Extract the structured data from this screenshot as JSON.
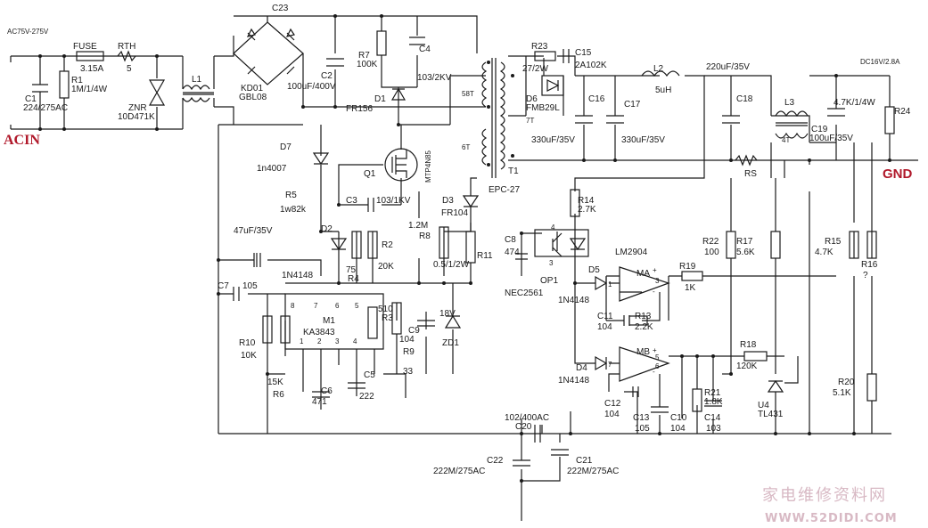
{
  "labels": {
    "acv": "AC75V-275V",
    "acin": "ACIN",
    "fuse": "FUSE",
    "fuse_val": "3.15A",
    "rth": "RTH",
    "rth_val": "5",
    "c1": "C1",
    "c1_val": "224/275AC",
    "r1": "R1",
    "r1_val": "1M/1/4W",
    "znr": "ZNR",
    "znr_val": "10D471K",
    "l1": "L1",
    "c23": "C23",
    "kd01": "KD01",
    "gbl08": "GBL08",
    "c2": "C2",
    "c2_val": "100uF/400V",
    "r7": "R7",
    "r7_val": "100K",
    "c4": "C4",
    "c4_val": "103/2KV",
    "d1": "D1",
    "d1_val": "FR156",
    "w58": "58T",
    "w7": "7T",
    "w6": "6T",
    "w4": "4T",
    "r23": "R23",
    "r23_val": "27/2W",
    "c15": "C15",
    "c15_val": "2A102K",
    "d6": "D6",
    "d6_val": "FMB29L",
    "c16": "C16",
    "c16_val": "330uF/35V",
    "c17": "C17",
    "c17_val": "330uF/35V",
    "l2": "L2",
    "l2_val": "5uH",
    "c18_val": "220uF/35V",
    "c18": "C18",
    "l3": "L3",
    "dcout": "DC16V/2.8A",
    "r_47k": "4.7K/1/4W",
    "c19": "C19",
    "c19_val": "100uF/35V",
    "r24": "R24",
    "gnd": "GND",
    "rs": "RS",
    "t1": "T1",
    "epc": "EPC-27",
    "d7": "D7",
    "d7_val": "1n4007",
    "q1": "Q1",
    "q1_val": "MTP4N85",
    "r5": "R5",
    "r5_val": "1w82k",
    "c3": "C3",
    "c3_val": "103/1KV",
    "d3": "D3",
    "d3_val": "FR104",
    "r8_val": "1.2M",
    "r8": "R8",
    "r11": "R11",
    "r11_val": "0.5/1/2W",
    "cap_47u": "47uF/35V",
    "d2": "D2",
    "r4_val": "75",
    "r4": "R4",
    "r2": "R2",
    "r2_val": "20K",
    "d2_val": "1N4148",
    "c7": "C7",
    "c7_val": "105",
    "m1": "M1",
    "m1_val": "KA3843",
    "r10": "R10",
    "r10_val": "10K",
    "r6_val": "15K",
    "r6": "R6",
    "r3_val": "510",
    "r3": "R3",
    "c9": "C9",
    "c9_val": "104",
    "r9": "R9",
    "r9_val": "33",
    "zd_val": "18V",
    "zd1": "ZD1",
    "c5": "C5",
    "c6": "C6",
    "c6_val": "471",
    "c5_val": "222",
    "c8": "C8",
    "c8_val": "474",
    "op1": "OP1",
    "op1_val": "NEC2561",
    "r14": "R14",
    "r14_val": "2.7K",
    "lm2904": "LM2904",
    "ma": "MA",
    "mb": "MB",
    "d5": "D5",
    "d5_val": "1N4148",
    "d4": "D4",
    "d4_val": "1N4148",
    "r19": "R19",
    "r19_val": "1K",
    "c11": "C11",
    "c11_val": "104",
    "r13": "R13",
    "r13_val": "2.2K",
    "r22": "R22",
    "r22_val": "100",
    "r17": "R17",
    "r17_val": "5.6K",
    "r15": "R15",
    "r15_val": "4.7K",
    "r16": "R16",
    "r16_val": "?",
    "r18": "R18",
    "r18_val": "120K",
    "c12": "C12",
    "c12_val": "104",
    "c13": "C13",
    "c13_val": "105",
    "c10": "C10",
    "c10_val": "104",
    "r21": "R21",
    "r21_val": "1.8K",
    "c14": "C14",
    "c14_val": "103",
    "u4": "U4",
    "u4_val": "TL431",
    "r20": "R20",
    "r20_val": "5.1K",
    "c20_val": "102/400AC",
    "c20": "C20",
    "c22": "C22",
    "c22_val": "222M/275AC",
    "c21": "C21",
    "c21_val": "222M/275AC",
    "p8": "8",
    "p7": "7",
    "p6": "6",
    "p5": "5",
    "p1": "1",
    "p2": "2",
    "p3": "3",
    "p4": "4",
    "oa1": "1",
    "oa3": "3",
    "oa5": "5",
    "oa6": "6",
    "oa7": "7",
    "oa2": "2",
    "oa4": "4",
    "ma_plus": "+",
    "ma_minus": "-",
    "mb_plus": "+",
    "mb_minus": "-"
  },
  "watermark": {
    "cn": "家电维修资料网",
    "url": "WWW.52DIDI.COM"
  }
}
